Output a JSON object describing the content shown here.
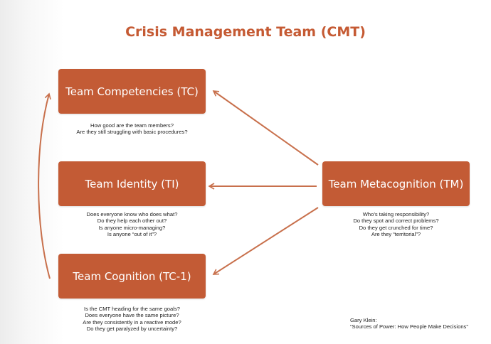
{
  "title": "Crisis Management Team (CMT)",
  "colors": {
    "box_fill": "#c35b35",
    "title": "#c55a33",
    "arrow": "#c8704c"
  },
  "nodes": {
    "tc": {
      "label": "Team Competencies (TC)",
      "questions": [
        "How good are the team members?",
        "Are they still struggling with basic procedures?"
      ]
    },
    "ti": {
      "label": "Team Identity (TI)",
      "questions": [
        "Does everyone know who does what?",
        "Do they help each other out?",
        "Is anyone micro-managing?",
        "Is anyone “out of it”?"
      ]
    },
    "tc1": {
      "label": "Team Cognition (TC-1)",
      "questions": [
        "Is the CMT heading for the same goals?",
        "Does everyone have the same picture?",
        "Are they consistently in a reactive mode?",
        "Do they get paralyzed by uncertainty?"
      ]
    },
    "tm": {
      "label": "Team Metacognition (TM)",
      "questions": [
        "Who’s taking responsibility?",
        "Do they spot and correct problems?",
        "Do they get crunched for time?",
        "Are they “territorial”?"
      ]
    }
  },
  "source": {
    "author": "Gary Klein:",
    "work": "“Sources of Power: How People Make Decisions”"
  }
}
